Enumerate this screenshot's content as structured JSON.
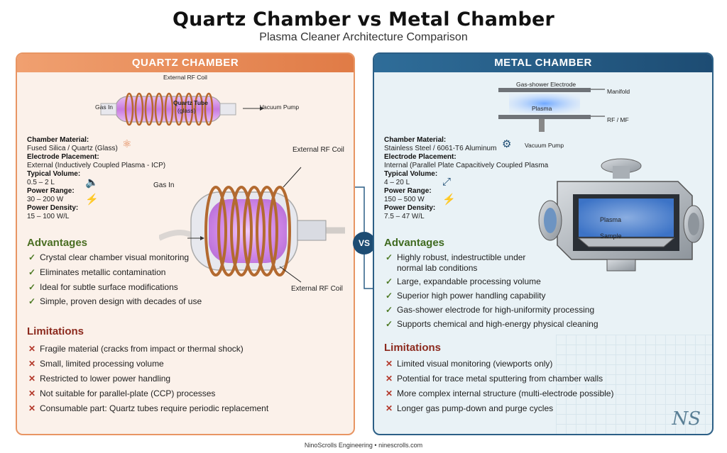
{
  "header": {
    "title": "Quartz Chamber vs Metal Chamber",
    "subtitle": "Plasma Cleaner Architecture Comparison"
  },
  "vs_label": "VS",
  "footer": "NinoScrolls Engineering  •  ninescrolls.com",
  "logo_text": "NS",
  "quartz": {
    "header": "QUARTZ CHAMBER",
    "diagram": {
      "coil_top": "External RF Coil",
      "tube": "Quartz Tube",
      "tube_sub": "(glass)",
      "gas_in": "Gas In",
      "vacuum": "Vacuum Pump",
      "coil_right_top": "External RF Coil",
      "gas_in_large": "Gas In",
      "coil_right_bottom": "External RF Coil"
    },
    "specs": [
      {
        "label": "Chamber Material:",
        "value": "Fused Silica / Quartz (Glass)",
        "icon": "molecule-icon"
      },
      {
        "label": "Electrode Placement:",
        "value": "External (Inductively Coupled Plasma - ICP)",
        "icon": ""
      },
      {
        "label": "Typical Volume:",
        "value": "0.5 – 2 L",
        "icon": "speaker-icon"
      },
      {
        "label": "Power Range:",
        "value": "30 – 200 W",
        "icon": "power-icon"
      },
      {
        "label": "Power Density:",
        "value": "15 – 100 W/L",
        "icon": ""
      }
    ],
    "advantages_title": "Advantages",
    "advantages": [
      "Crystal clear chamber visual monitoring",
      "Eliminates metallic contamination",
      "Ideal for subtle surface modifications",
      "Simple, proven design with decades of use"
    ],
    "limitations_title": "Limitations",
    "limitations": [
      "Fragile material (cracks from impact or thermal shock)",
      "Small, limited processing volume",
      "Restricted to lower power handling",
      "Not suitable for parallel-plate (CCP) processes",
      "Consumable part: Quartz tubes require periodic replacement"
    ],
    "colors": {
      "accent": "#e07b46",
      "border": "#e89563",
      "bg": "#fbf1ea"
    }
  },
  "metal": {
    "header": "METAL CHAMBER",
    "diagram": {
      "electrode": "Gas-shower Electrode",
      "manifold": "Manifold",
      "plasma": "Plasma",
      "rf": "RF / MF",
      "vacuum": "Vacuum Pump",
      "chamber_plasma": "Plasma",
      "sample": "Sample"
    },
    "specs": [
      {
        "label": "Chamber Material:",
        "value": "Stainless Steel / 6061-T6 Aluminum",
        "icon": "gear-icon"
      },
      {
        "label": "Electrode Placement:",
        "value": "Internal (Parallel Plate Capacitively Coupled Plasma",
        "icon": ""
      },
      {
        "label": "Typical Volume:",
        "value": "4 – 20 L",
        "icon": "expand-icon"
      },
      {
        "label": "Power Range:",
        "value": "150 – 500 W",
        "icon": "power-icon"
      },
      {
        "label": "Power Density:",
        "value": "7.5 – 47 W/L",
        "icon": ""
      }
    ],
    "advantages_title": "Advantages",
    "advantages": [
      "Highly robust, indestructible under",
      "normal lab conditions",
      "Large, expandable processing volume",
      "Superior high power handling capability",
      "Gas-shower electrode for high-uniformity processing",
      "Supports chemical and high-energy physical cleaning"
    ],
    "limitations_title": "Limitations",
    "limitations": [
      "Limited visual monitoring (viewports only)",
      "Potential for trace metal sputtering from chamber walls",
      "More complex internal structure (multi-electrode possible)",
      "Longer gas pump-down and purge cycles"
    ],
    "colors": {
      "accent": "#1d4c73",
      "border": "#2c5f86",
      "bg": "#e9f2f6"
    }
  }
}
